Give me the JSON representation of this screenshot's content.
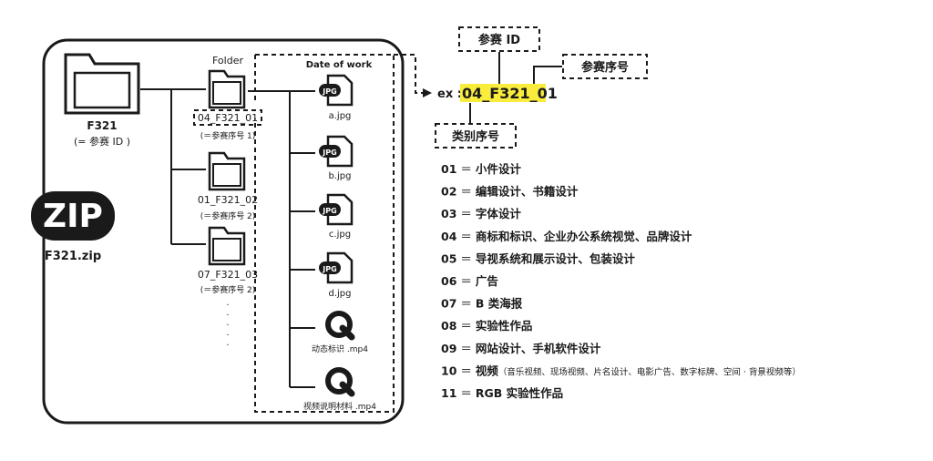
{
  "zip": {
    "badge": "ZIP",
    "filename": "F321.zip"
  },
  "root_folder": {
    "name": "F321",
    "note": "(= 参赛 ID )"
  },
  "folders": {
    "header": "Folder",
    "items": [
      {
        "name": "04_F321_01",
        "note": "(＝参赛序号 1)"
      },
      {
        "name": "01_F321_02",
        "note": "(＝参赛序号 2)"
      },
      {
        "name": "07_F321_03",
        "note": "(＝参赛序号 2)"
      }
    ],
    "ellipsis": "·\n·\n·\n·\n·"
  },
  "files": {
    "header": "Date of work",
    "items": [
      {
        "icon": "jpg-file-icon",
        "badge": "JPG",
        "name": "a.jpg"
      },
      {
        "icon": "jpg-file-icon",
        "badge": "JPG",
        "name": "b.jpg"
      },
      {
        "icon": "jpg-file-icon",
        "badge": "JPG",
        "name": "c.jpg"
      },
      {
        "icon": "jpg-file-icon",
        "badge": "JPG",
        "name": "d.jpg"
      },
      {
        "icon": "quicktime-icon",
        "badge": "",
        "name": "动态标识 .mp4"
      },
      {
        "icon": "quicktime-icon",
        "badge": "",
        "name": "视频说明材料 .mp4"
      }
    ]
  },
  "naming": {
    "id_label": "参赛 ID",
    "seq_label": "参赛序号",
    "cat_label": "类别序号",
    "ex_prefix": "ex :",
    "example": "04_F321_01",
    "highlight_color": "#f9ec3c"
  },
  "categories": [
    {
      "code": "01",
      "eq": "＝",
      "label": "小件设计",
      "detail": ""
    },
    {
      "code": "02",
      "eq": "＝",
      "label": "编辑设计、书籍设计",
      "detail": ""
    },
    {
      "code": "03",
      "eq": "＝",
      "label": "字体设计",
      "detail": ""
    },
    {
      "code": "04",
      "eq": "＝",
      "label": "商标和标识、企业办公系统视觉、品牌设计",
      "detail": ""
    },
    {
      "code": "05",
      "eq": "＝",
      "label": "导视系统和展示设计、包装设计",
      "detail": ""
    },
    {
      "code": "06",
      "eq": "＝",
      "label": "广告",
      "detail": ""
    },
    {
      "code": "07",
      "eq": "＝",
      "label": "B 类海报",
      "detail": ""
    },
    {
      "code": "08",
      "eq": "＝",
      "label": "实验性作品",
      "detail": ""
    },
    {
      "code": "09",
      "eq": "＝",
      "label": "网站设计、手机软件设计",
      "detail": ""
    },
    {
      "code": "10",
      "eq": "＝",
      "label": "视频",
      "detail": "（音乐视频、现场视频、片名设计、电影广告、数字标牌、空间 · 背景视频等）"
    },
    {
      "code": "11",
      "eq": "＝",
      "label": "RGB 实验性作品",
      "detail": ""
    }
  ]
}
